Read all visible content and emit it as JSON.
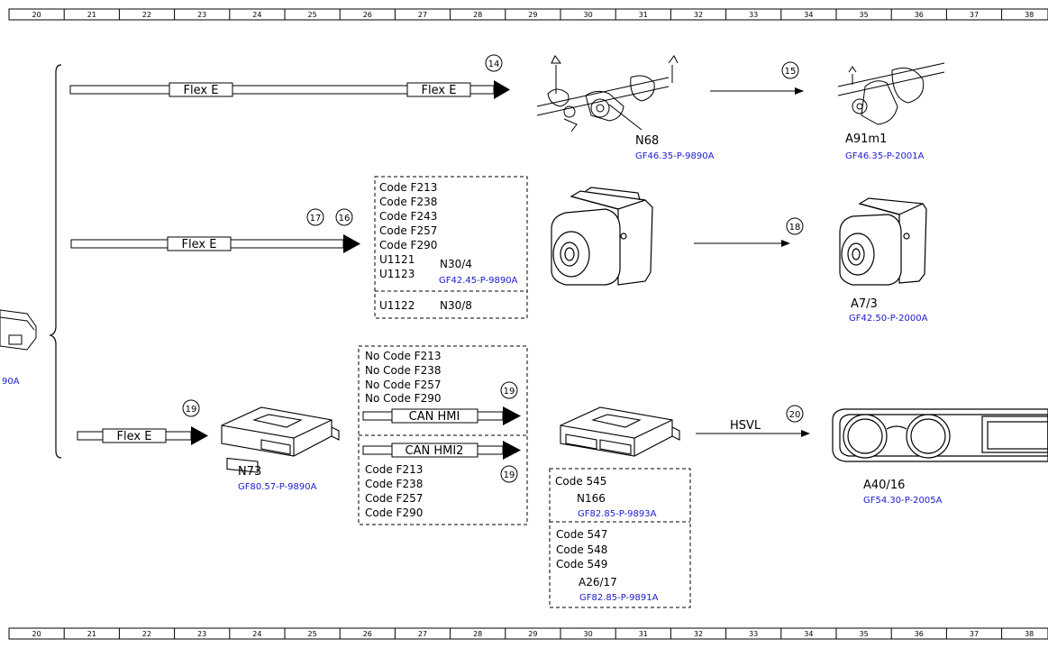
{
  "colors": {
    "line": "#000000",
    "ref_link": "#1a1acc",
    "background": "#ffffff"
  },
  "ruler_numbers": [
    "20",
    "21",
    "22",
    "23",
    "24",
    "25",
    "26",
    "27",
    "28",
    "29",
    "30",
    "31",
    "32",
    "33",
    "34",
    "35",
    "36",
    "37",
    "38"
  ],
  "left_cut_ref": "90A",
  "row1": {
    "bus_label_1": "Flex E",
    "bus_label_2": "Flex E",
    "step_a": "14",
    "step_b": "15",
    "module_1": {
      "name": "N68",
      "ref": "GF46.35-P-9890A",
      "icon": "steering-column-assembly-icon"
    },
    "module_2": {
      "name": "A91m1",
      "ref": "GF46.35-P-2001A",
      "icon": "steering-motor-icon"
    }
  },
  "row2": {
    "bus_label": "Flex E",
    "step_a": "17",
    "step_b": "16",
    "step_c": "18",
    "codes": [
      "Code F213",
      "Code F238",
      "Code F243",
      "Code F257",
      "Code F290",
      "U1121",
      "U1123"
    ],
    "module_1": {
      "name": "N30/4",
      "ref": "GF42.45-P-9890A"
    },
    "alt_code": "U1122",
    "alt_module": "N30/8",
    "module_2": {
      "name": "A7/3",
      "ref": "GF42.50-P-2000A",
      "icon": "esp-unit-icon"
    }
  },
  "row3": {
    "bus_label": "Flex E",
    "step_a": "19",
    "step_b": "19",
    "step_c": "19",
    "step_d": "20",
    "module_1": {
      "name": "N73",
      "ref": "GF80.57-P-9890A",
      "icon": "control-unit-icon"
    },
    "no_codes": [
      "No Code F213",
      "No Code F238",
      "No Code F257",
      "No Code F290"
    ],
    "can_1": "CAN HMI",
    "can_2": "CAN HMI2",
    "codes": [
      "Code F213",
      "Code F238",
      "Code F257",
      "Code F290"
    ],
    "hsvl": "HSVL",
    "box1_code": "Code 545",
    "box1_module": {
      "name": "N166",
      "ref": "GF82.85-P-9893A"
    },
    "box2_codes": [
      "Code 547",
      "Code 548",
      "Code 549"
    ],
    "box2_module": {
      "name": "A26/17",
      "ref": "GF82.85-P-9891A"
    },
    "cluster": {
      "name": "A40/16",
      "ref": "GF54.30-P-2005A",
      "icon": "instrument-cluster-icon"
    }
  }
}
